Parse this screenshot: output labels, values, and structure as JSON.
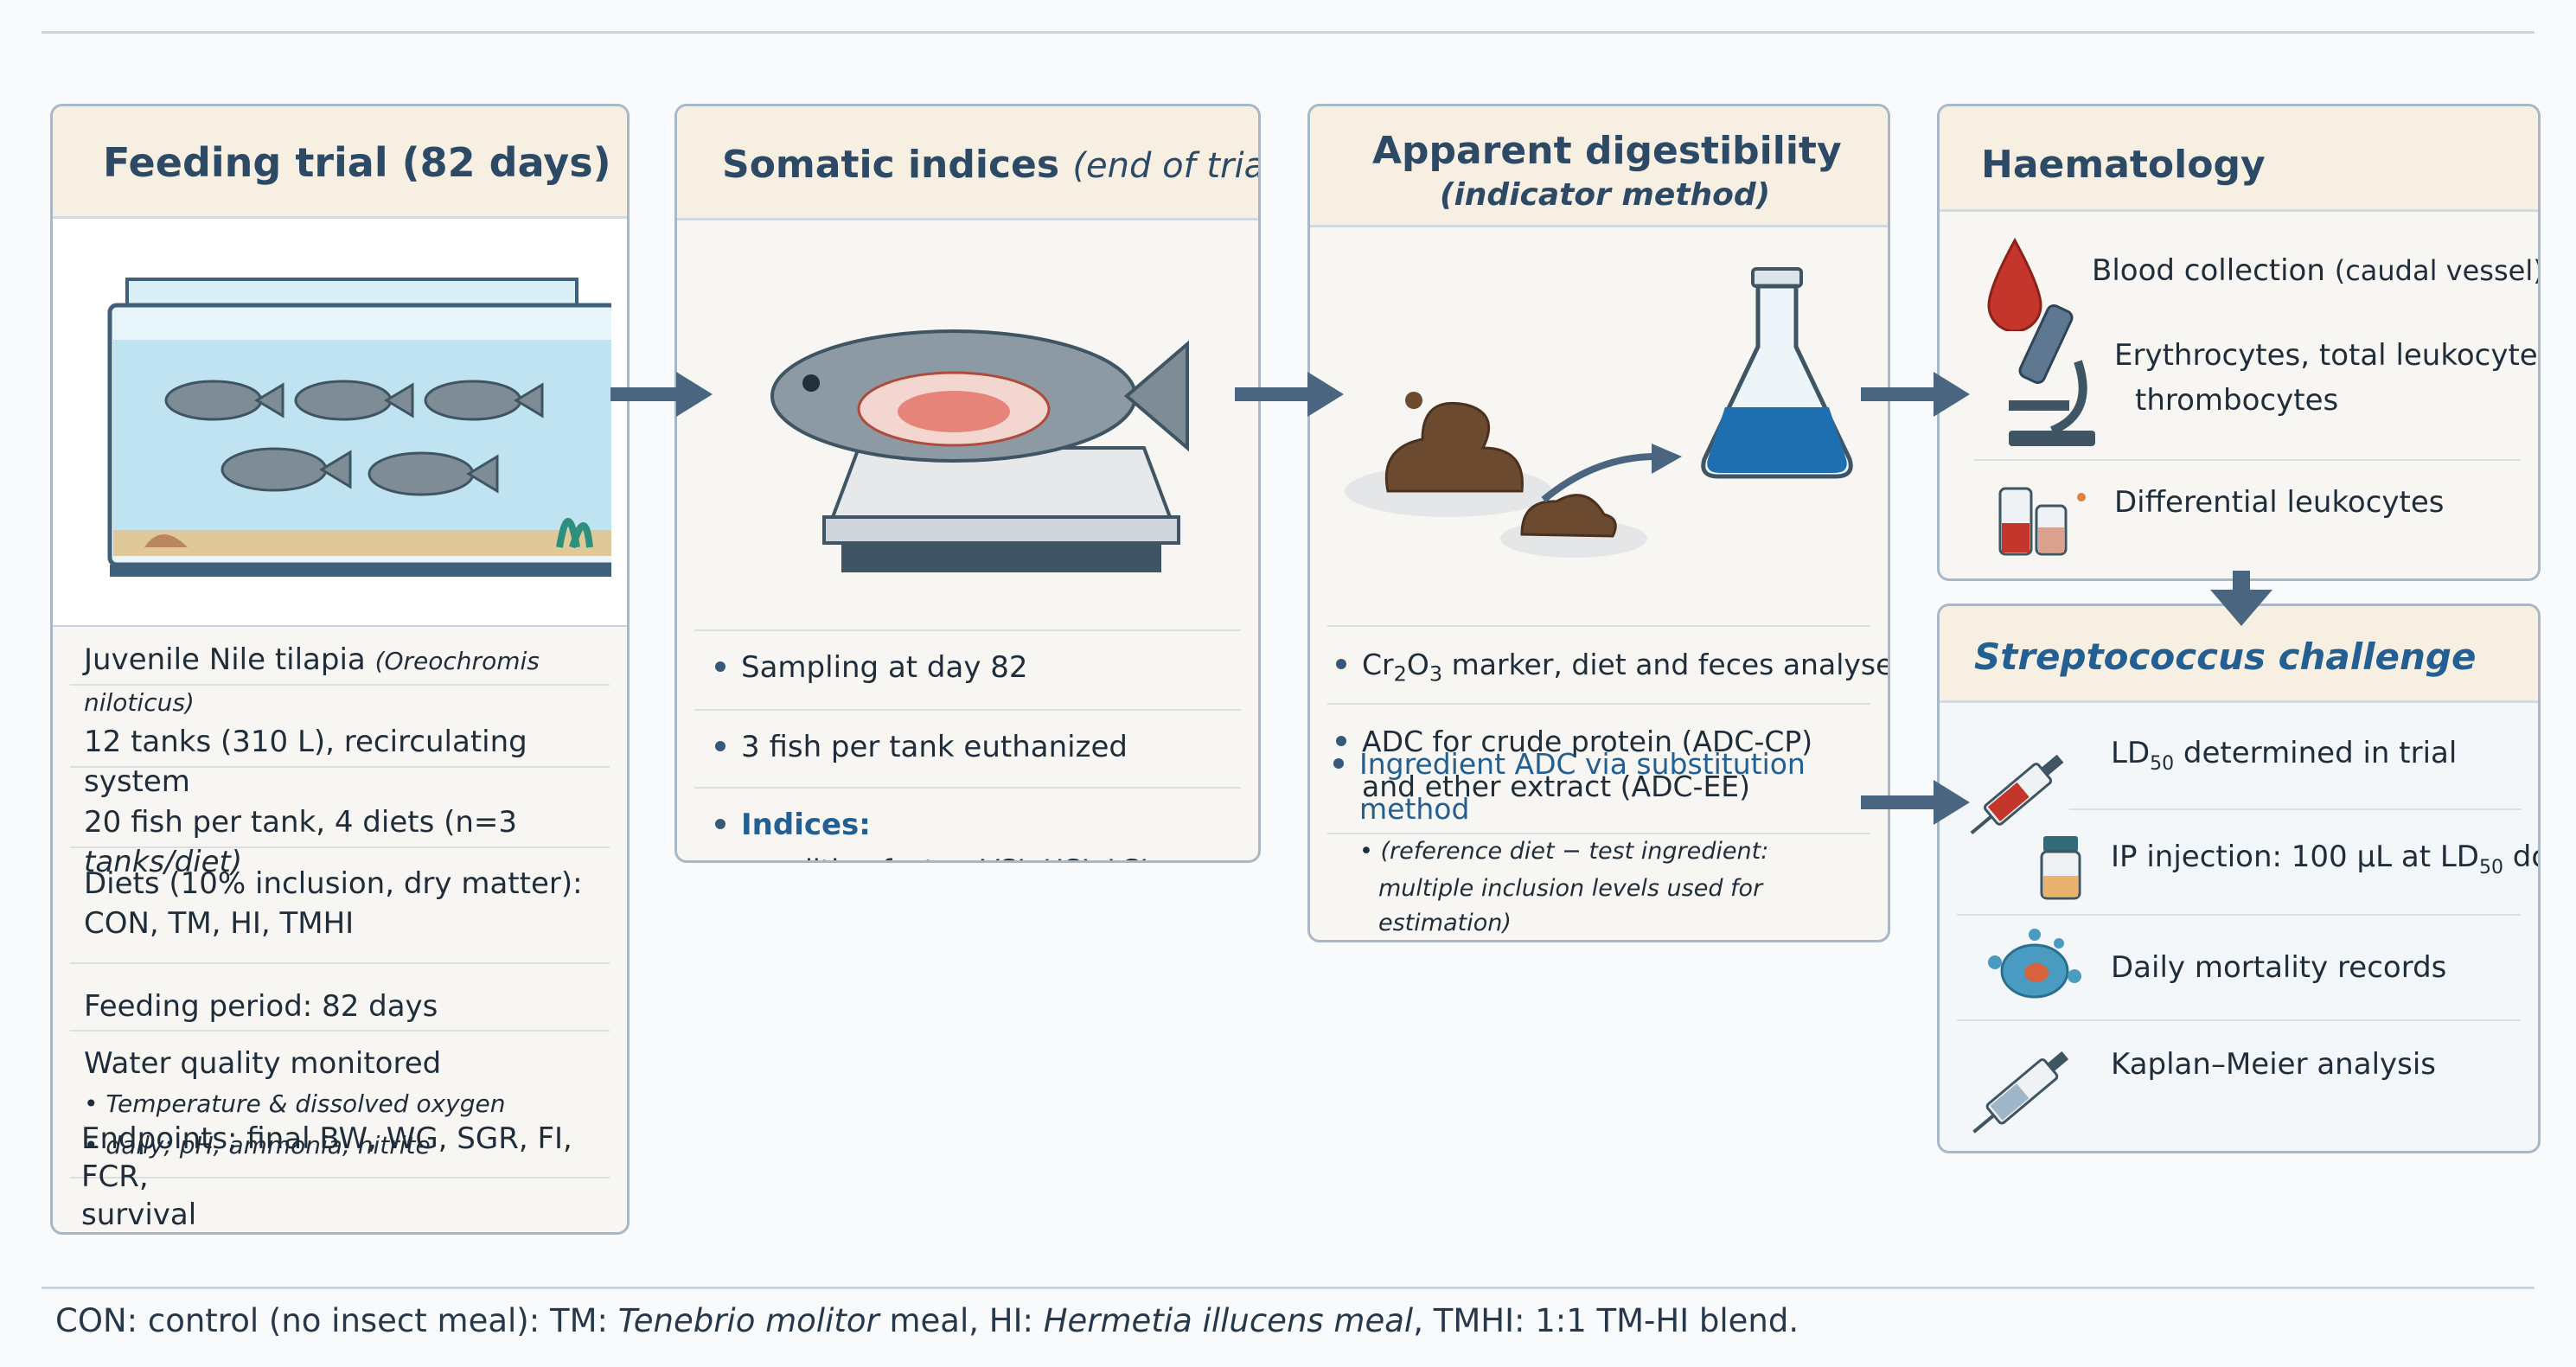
{
  "feeding": {
    "title": "Feeding trial (82 days)",
    "rows": [
      {
        "text": "Juvenile Nile tilapia ",
        "italic": "(Oreochromis niloticus)"
      },
      {
        "text": "12 tanks (310 L), recirculating system"
      },
      {
        "text": "20 fish per tank, 4 diets (n=3 ",
        "italic": "tanks/diet)"
      },
      {
        "line1": "Diets (10% inclusion, dry matter):",
        "line2": "CON, TM, HI, TMHI"
      },
      {
        "text": "Feeding period: 82 days"
      },
      {
        "line1": "Water quality monitored",
        "sub1": "• Temperature & dissolved oxygen",
        "sub2": "• daily; pH, ammonia, nitrite"
      },
      {
        "line1": "Endpoints; final BW, WG, SGR, FI, FCR,",
        "line2": "survival"
      }
    ]
  },
  "somatic": {
    "title": "Somatic indices ",
    "title_italic": "(end of trial)",
    "b1": "Sampling at day 82",
    "b2": "3 fish per tank euthanized",
    "b3": "Indices:",
    "b3_sub": "• condition factor, VSI, HSI, LSI"
  },
  "digest": {
    "title": "Apparent digestibility",
    "subtitle": "(indicator method)",
    "b1_pre": "Cr",
    "b1_s1": "2",
    "b1_o": "O",
    "b1_s2": "3",
    "b1_post": " marker, diet and feces analyses",
    "b2_l1": "ADC for crude protein (ADC-CP)",
    "b2_l2": "and ether extract (ADC-EE)",
    "b3_l1": "Ingredient ADC via substitution",
    "b3_l2": "method",
    "b3_sub1": "• (reference diet − test ingredient:",
    "b3_sub2": "multiple inclusion levels used for estimation)"
  },
  "haem": {
    "title": "Haematology",
    "r1_main": "Blood collection ",
    "r1_paren": "(caudal vessel)",
    "r2_l1": "Erythrocytes, total leukocytes,",
    "r2_l2": "thrombocytes",
    "r3": "Differential leukocytes"
  },
  "strep": {
    "title": "Streptococcus  challenge",
    "r1_a": "LD",
    "r1_sub": "50",
    "r1_b": " determined in trial",
    "r2_a": "IP injection: 100 μL at LD",
    "r2_sub": "50",
    "r2_b": " dose",
    "r3": "Daily mortality records",
    "r4": "Kaplan–Meier analysis"
  },
  "footer": {
    "p1": "CON: control (no insect meal): TM: ",
    "i1": "Tenebrio molitor",
    "p2": " meal, HI: ",
    "i2": "Hermetia illucens meal",
    "p3": ", TMHI: 1:1 TM-HI blend."
  },
  "icons": [
    "aquarium-icon",
    "fish-on-scale-icon",
    "feces-icon",
    "flask-icon",
    "blood-drop-icon",
    "microscope-icon",
    "blood-tubes-icon",
    "syringe-icon",
    "vial-icon",
    "bacteria-icon"
  ],
  "colors": {
    "accent": "#235f92",
    "panel_border": "#a9b8c6",
    "header_bg": "#f8efe3",
    "arrow": "#4a6580"
  }
}
